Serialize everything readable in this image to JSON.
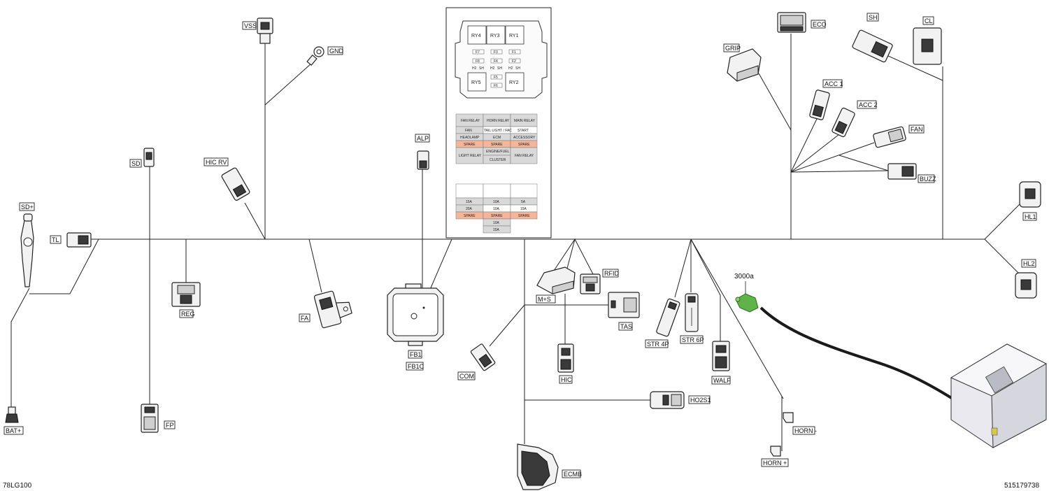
{
  "labels": {
    "vss": "VSS",
    "gnd": "GND",
    "sd": "SD",
    "hic_rv": "HIC RV",
    "sd_plus": "SD+",
    "tl": "TL",
    "bat_plus": "BAT+",
    "fp": "FP",
    "reg": "REG",
    "fa": "FA",
    "alp": "ALP",
    "fb1": "FB1",
    "fb1c": "FB1C",
    "com": "COM",
    "m_s": "M+S",
    "rfid": "RFID",
    "tas": "TAS",
    "hic": "HIC",
    "ho2s1": "HO2S1",
    "ecmb": "ECMB",
    "str4p": "STR 4P",
    "str6p": "STR 6P",
    "walf": "WALF",
    "horn_minus": "HORN -",
    "horn_plus": "HORN +",
    "eco": "ECO",
    "grip": "GRIP",
    "sh": "SH",
    "cl": "CL",
    "acc1": "ACC 1",
    "acc2": "ACC 2",
    "fan": "FAN",
    "buzz": "BUZZ",
    "hl1": "HL1",
    "hl2": "HL2",
    "part_3000a": "3000a"
  },
  "fusebox": {
    "relays": [
      "RY4",
      "RY3",
      "RY1",
      "RY5",
      "RY2"
    ],
    "fuses": [
      "F7",
      "F3",
      "F1",
      "F8",
      "F4",
      "F2",
      "F5",
      "F6"
    ],
    "spares": [
      "H2",
      "SH",
      "H2",
      "SH",
      "H2",
      "SH"
    ]
  },
  "relay_table": [
    [
      "FAN RELAY",
      "HORN RELAY",
      "MAIN RELAY"
    ],
    [
      "FAN",
      "TAIL LIGHT / FAC",
      "START"
    ],
    [
      "HEADLAMP",
      "ECM",
      "ACCESSORY"
    ],
    [
      "SPARE",
      "SPARE",
      "SPARE"
    ],
    [
      "LIGHT RELAY",
      "ENGINE/FUEL",
      "FAN RELAY"
    ],
    [
      "",
      "CLUSTER",
      ""
    ]
  ],
  "fuse_table": [
    [
      "15A",
      "10A",
      "5A"
    ],
    [
      "20A",
      "10A",
      "15A"
    ],
    [
      "SPARE",
      "SPARE",
      "SPARE"
    ],
    [
      "",
      "10A",
      ""
    ],
    [
      "",
      "15A",
      ""
    ]
  ],
  "footer": {
    "left_ref": "78LG100",
    "right_ref": "515179738"
  }
}
